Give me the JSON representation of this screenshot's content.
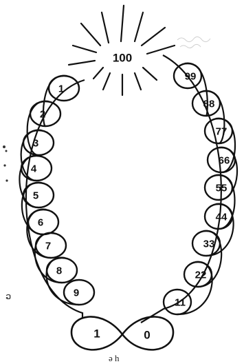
{
  "center": {
    "label": "100"
  },
  "left_loops": [
    "1",
    "2",
    "3",
    "4",
    "5",
    "6",
    "7",
    "8",
    "9"
  ],
  "right_loops": [
    "99",
    "88",
    "77",
    "66",
    "55",
    "44",
    "33",
    "22",
    "11"
  ],
  "bottom": {
    "left": "1",
    "right": "0"
  },
  "margin_marks": {
    "bottom_left": "ວ",
    "bottom_center": "ə h"
  }
}
